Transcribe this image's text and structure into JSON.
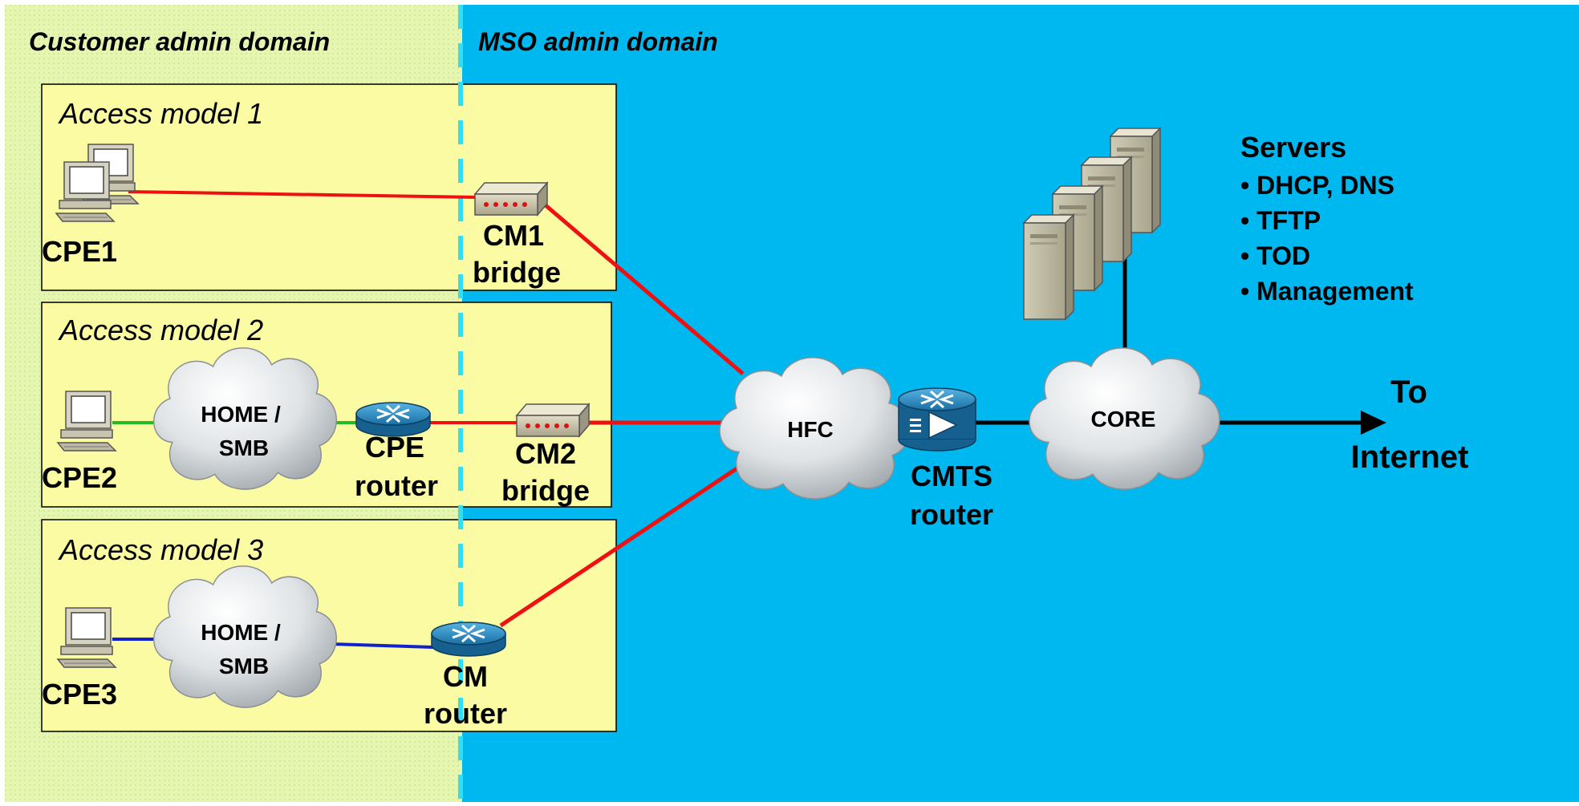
{
  "domains": {
    "customer_label": "Customer admin domain",
    "mso_label": "MSO admin domain"
  },
  "access_models": [
    {
      "title": "Access model 1"
    },
    {
      "title": "Access model 2"
    },
    {
      "title": "Access model 3"
    }
  ],
  "devices": {
    "cpe1": "CPE1",
    "cpe2": "CPE2",
    "cpe3": "CPE3",
    "cm1_line1": "CM1",
    "cm1_line2": "bridge",
    "cm2_line1": "CM2",
    "cm2_line2": "bridge",
    "cpe_router_line1": "CPE",
    "cpe_router_line2": "router",
    "cm_router_line1": "CM",
    "cm_router_line2": "router",
    "cmts_line1": "CMTS",
    "cmts_line2": "router"
  },
  "clouds": {
    "home2_line1": "HOME /",
    "home2_line2": "SMB",
    "home3_line1": "HOME /",
    "home3_line2": "SMB",
    "hfc": "HFC",
    "core": "CORE"
  },
  "servers": {
    "title": "Servers",
    "items": [
      "• DHCP, DNS",
      "• TFTP",
      "• TOD",
      "• Management"
    ]
  },
  "internet": {
    "line1": "To",
    "line2": "Internet"
  },
  "colors": {
    "customer_bg": "#e4f6b0",
    "mso_bg": "#00b8f0",
    "model_box": "#fbfba4",
    "divider": "#33ddf2",
    "red_link": "#ee1111",
    "green_link": "#22bb22",
    "blue_link": "#1122cc",
    "black_link": "#000000",
    "router_blue": "#1f7fb6"
  }
}
